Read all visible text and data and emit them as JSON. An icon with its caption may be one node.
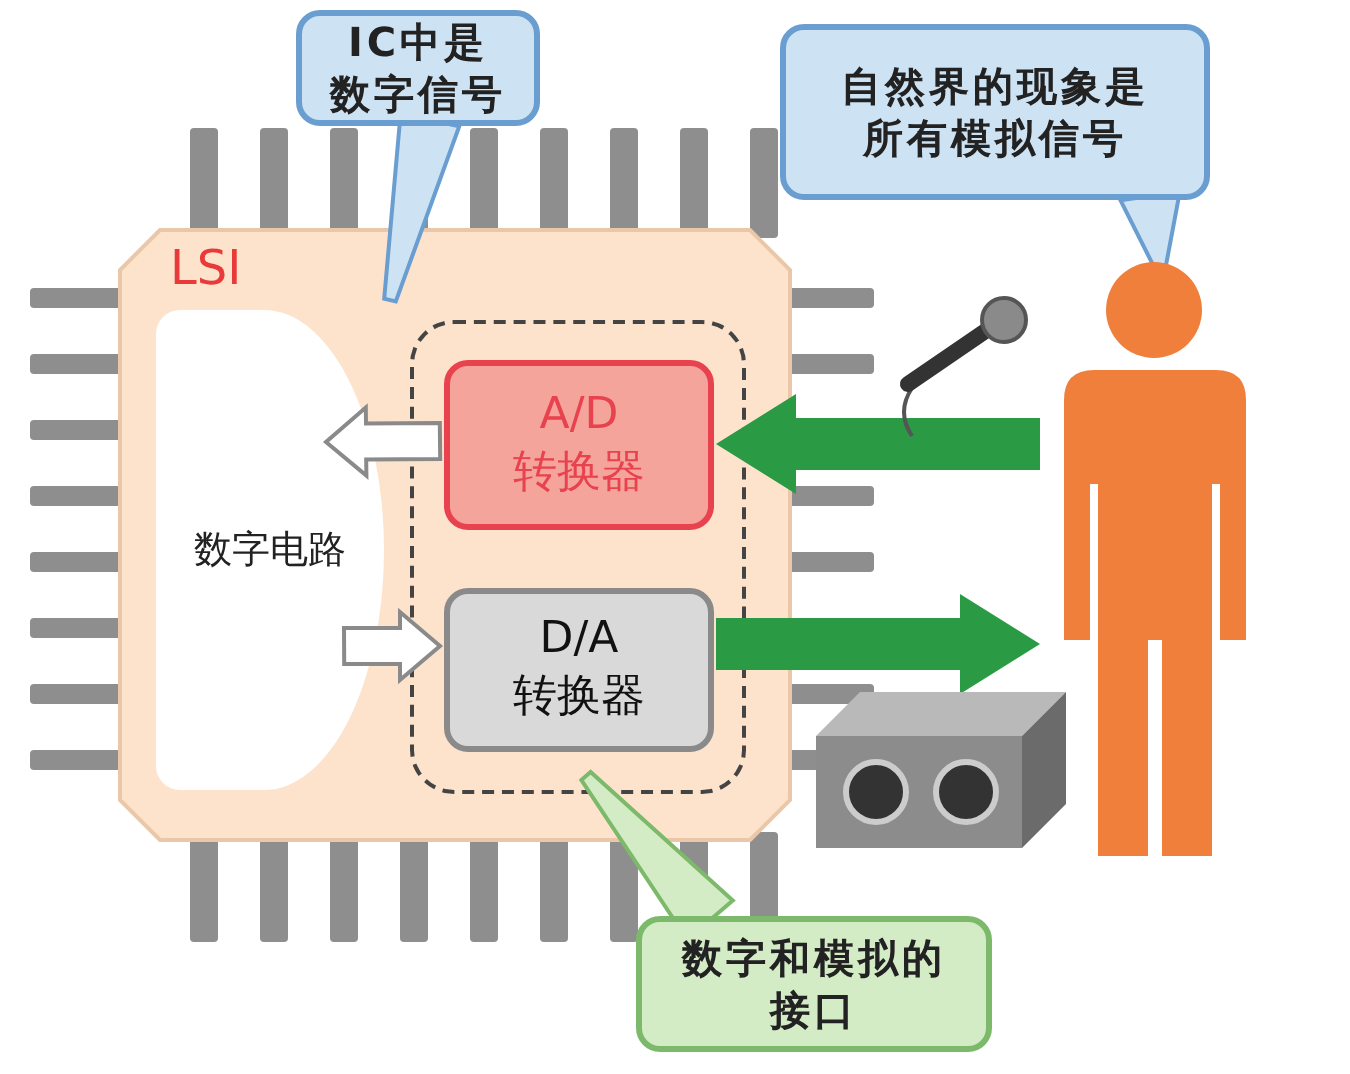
{
  "diagram": {
    "nodes": [
      {
        "text": [
          "LSI"
        ]
      },
      {
        "text": [
          "数字电路"
        ],
        "in": 0
      },
      {
        "text": [],
        "shape": "box",
        "in": 0
      },
      {
        "text": [
          "A/D 转换器"
        ],
        "in": 2
      },
      {
        "text": [
          "D/A 转换器"
        ],
        "in": 2
      },
      {
        "text": [],
        "shape": "person"
      },
      {
        "text": [
          "IC中是数字信号"
        ]
      },
      {
        "text": [
          "自然界的现象是所有模拟信号"
        ]
      },
      {
        "text": [
          "数字和模拟的接口"
        ]
      }
    ],
    "edges": [
      {
        "from": 3,
        "to": 1,
        "arrow": "to"
      },
      {
        "from": 1,
        "to": 4,
        "arrow": "to"
      },
      {
        "from": 5,
        "to": 3,
        "arrow": "to",
        "style": "thick",
        "color": "#2a9a45"
      },
      {
        "from": 4,
        "to": 5,
        "arrow": "to",
        "style": "thick",
        "color": "#2a9a45"
      },
      {
        "from": 6,
        "to": 0,
        "arrow": "none"
      },
      {
        "from": 7,
        "to": 5,
        "arrow": "none"
      },
      {
        "from": 8,
        "to": 2,
        "arrow": "none"
      }
    ]
  }
}
